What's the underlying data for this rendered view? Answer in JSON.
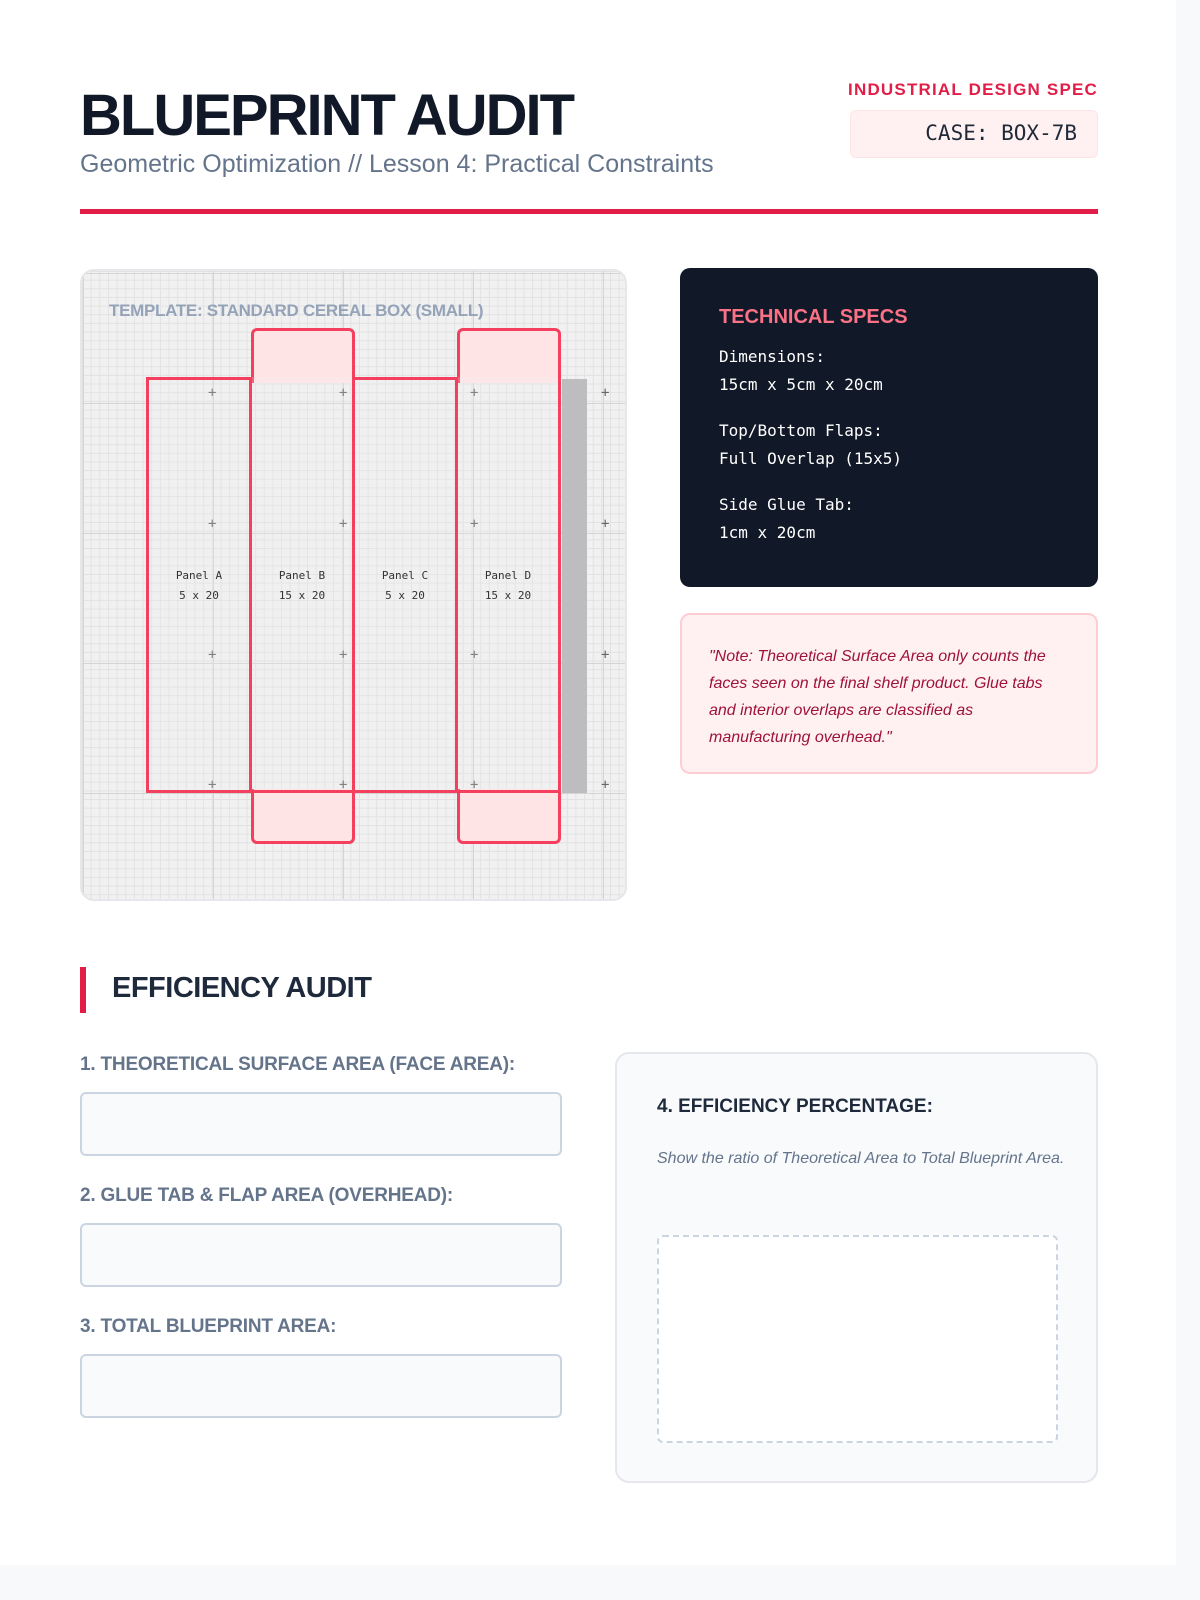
{
  "header": {
    "title": "BLUEPRINT AUDIT",
    "subtitle": "Geometric Optimization // Lesson 4: Practical Constraints",
    "kicker": "INDUSTRIAL DESIGN SPEC",
    "case": "CASE: BOX-7B"
  },
  "blueprint": {
    "title": "TEMPLATE: STANDARD CEREAL BOX (SMALL)",
    "panels": [
      {
        "name": "Panel A",
        "size": "5 x 20"
      },
      {
        "name": "Panel B",
        "size": "15 x 20"
      },
      {
        "name": "Panel C",
        "size": "5 x 20"
      },
      {
        "name": "Panel D",
        "size": "15 x 20"
      }
    ]
  },
  "specs": {
    "title": "TECHNICAL SPECS",
    "items": [
      {
        "label": "Dimensions:",
        "value": "15cm x 5cm x 20cm"
      },
      {
        "label": "Top/Bottom Flaps:",
        "value": "Full Overlap (15x5)"
      },
      {
        "label": "Side Glue Tab:",
        "value": "1cm x 20cm"
      }
    ]
  },
  "note": "\"Note: Theoretical Surface Area only counts the faces seen on the final shelf product. Glue tabs and interior overlaps are classified as manufacturing overhead.\"",
  "audit": {
    "title": "EFFICIENCY AUDIT",
    "q1": "1. THEORETICAL SURFACE AREA (FACE AREA):",
    "q2": "2. GLUE TAB & FLAP AREA (OVERHEAD):",
    "q3": "3. TOTAL BLUEPRINT AREA:",
    "q4": "4. EFFICIENCY PERCENTAGE:",
    "q4_hint": "Show the ratio of Theoretical Area to Total Blueprint Area."
  },
  "colors": {
    "accent": "#e11d48",
    "dark": "#111827"
  }
}
